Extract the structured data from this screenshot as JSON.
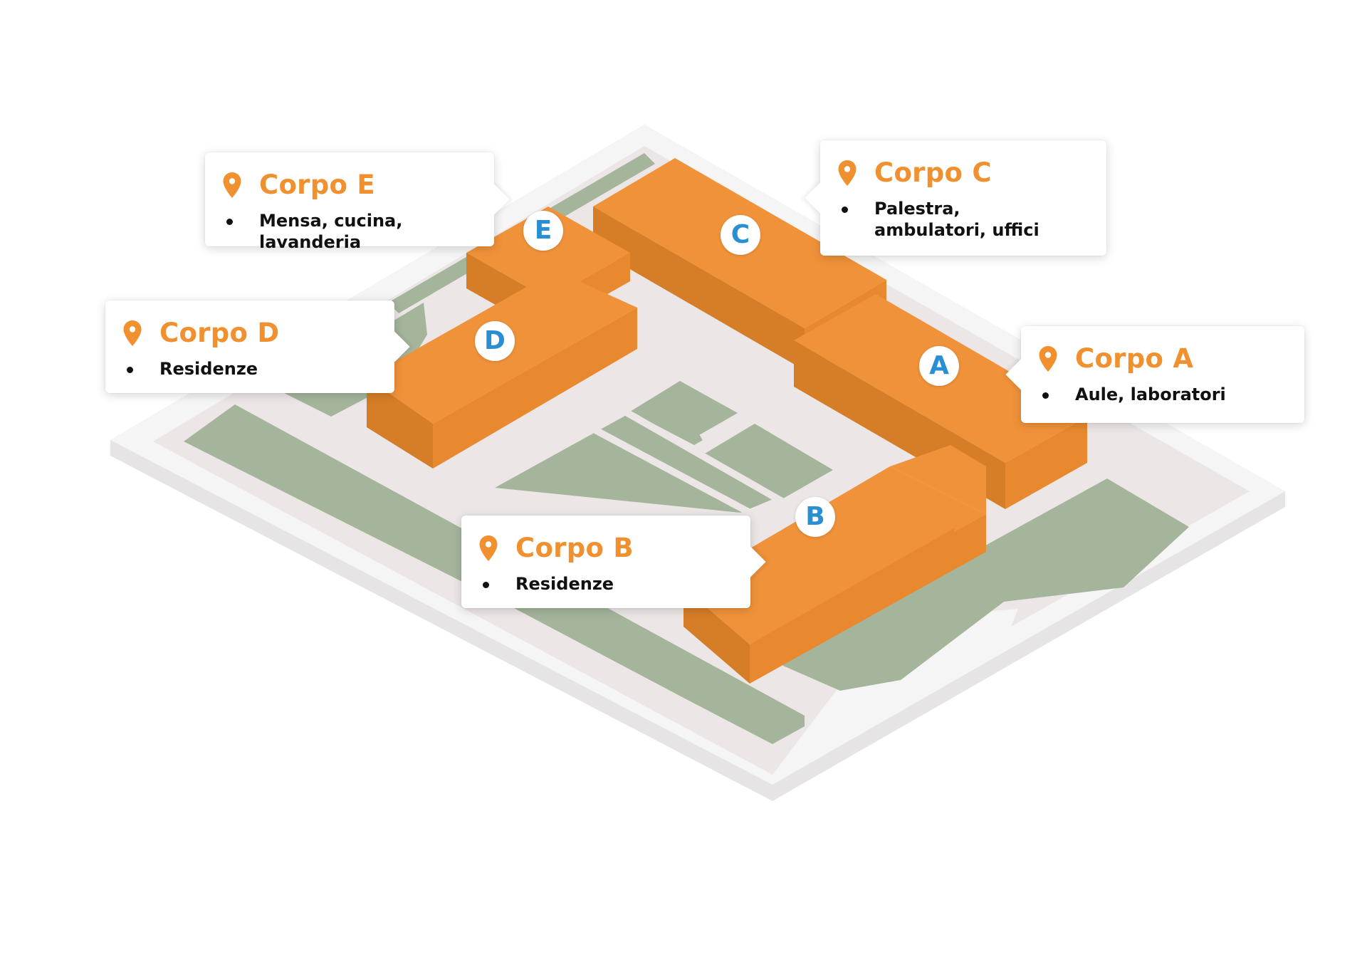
{
  "colors": {
    "building_top": "#f0923a",
    "building_left": "#d57d27",
    "building_right": "#e8892f",
    "ground": "#f3f2f2",
    "plaza": "#ece6e6",
    "green": "#a5b59c",
    "title": "#f0902e",
    "badge_text": "#2a8fd2"
  },
  "buildings": [
    {
      "letter": "A",
      "title": "Corpo A",
      "items": [
        "Aule, laboratori"
      ]
    },
    {
      "letter": "B",
      "title": "Corpo B",
      "items": [
        "Residenze"
      ]
    },
    {
      "letter": "C",
      "title": "Corpo C",
      "items": [
        "Palestra, ambulatori, uffici"
      ]
    },
    {
      "letter": "D",
      "title": "Corpo D",
      "items": [
        "Residenze"
      ]
    },
    {
      "letter": "E",
      "title": "Corpo E",
      "items": [
        "Mensa, cucina, lavanderia"
      ]
    }
  ]
}
